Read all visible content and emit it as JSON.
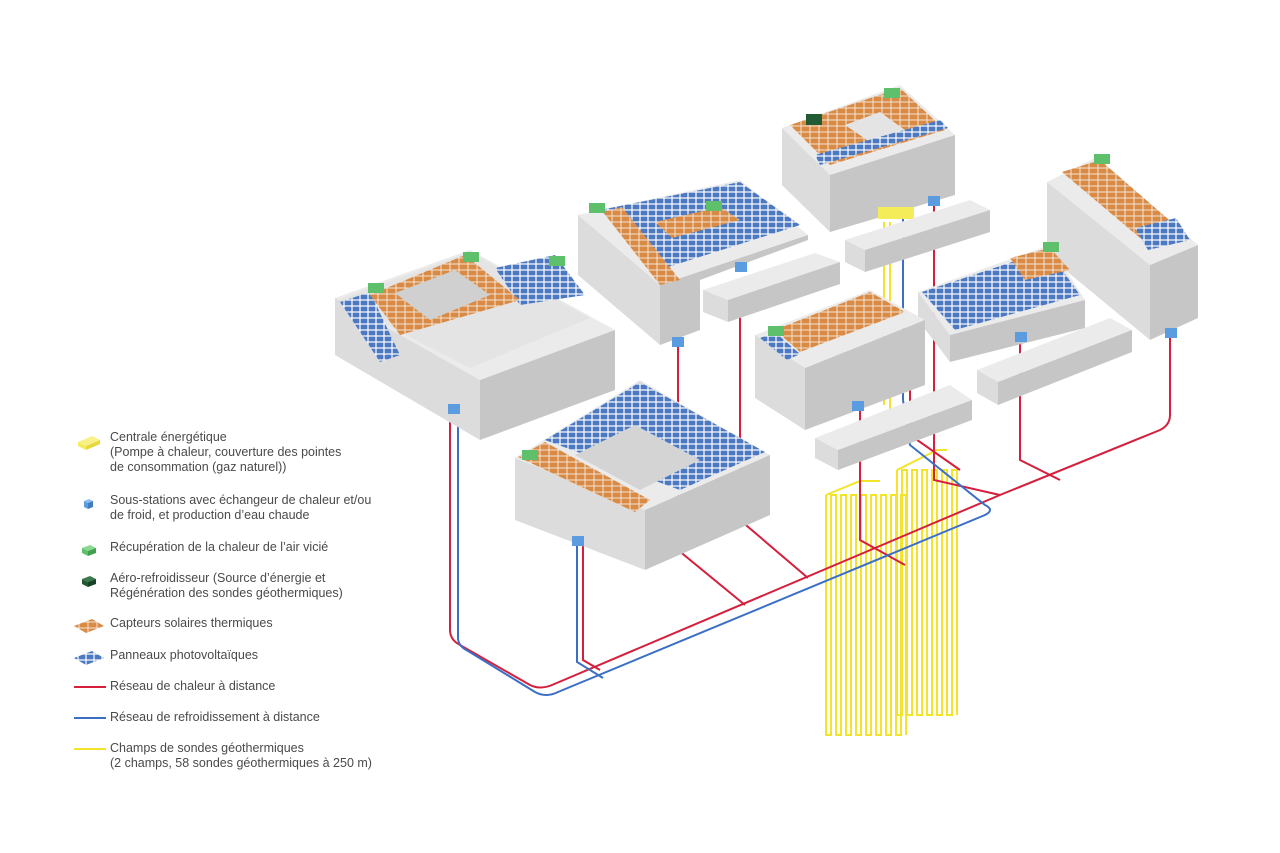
{
  "colors": {
    "heat_network": "#d51f3c",
    "cooling_network": "#3b6fc6",
    "geothermal": "#f3e42a",
    "energy_center": "#f5ec5a",
    "substation": "#5b9be0",
    "air_recovery": "#5ec06a",
    "air_cooler": "#225a34",
    "solar_thermal": "#d98a45",
    "photovoltaic": "#4d79c2",
    "building_top": "#ebebeb",
    "building_left": "#dcdcdc",
    "building_right": "#c6c6c6"
  },
  "legend": [
    {
      "icon": "energy-center-icon",
      "text": "Centrale énergétique\n(Pompe à chaleur, couverture des pointes\nde consommation (gaz naturel))"
    },
    {
      "icon": "substation-icon",
      "text": "Sous-stations avec échangeur de chaleur et/ou\nde froid, et production d’eau chaude"
    },
    {
      "icon": "air-recovery-icon",
      "text": "Récupération de la chaleur de l’air vicié"
    },
    {
      "icon": "air-cooler-icon",
      "text": "Aéro-refroidisseur (Source d’énergie et\nRégénération des sondes géothermiques)"
    },
    {
      "icon": "solar-thermal-icon",
      "text": "Capteurs solaires thermiques"
    },
    {
      "icon": "photovoltaic-icon",
      "text": "Panneaux photovoltaïques"
    },
    {
      "icon": "heat-network-line",
      "text": "Réseau de chaleur à distance"
    },
    {
      "icon": "cooling-network-line",
      "text": "Réseau de refroidissement à distance"
    },
    {
      "icon": "geothermal-line",
      "text": "Champs de sondes géothermiques\n(2 champs, 58 sondes géothermiques à 250 m)"
    }
  ]
}
